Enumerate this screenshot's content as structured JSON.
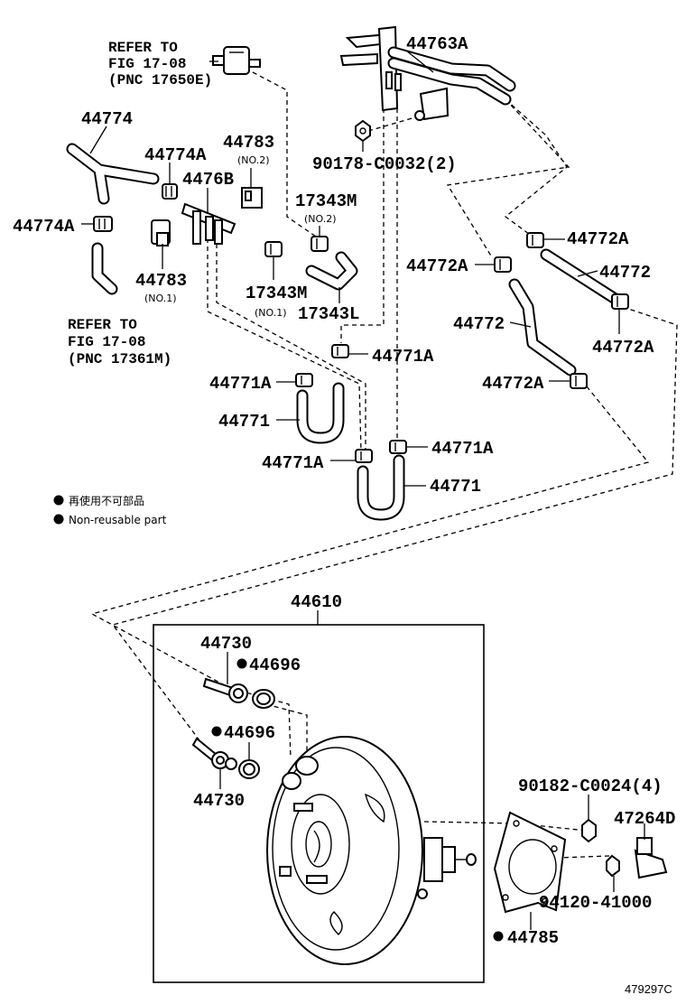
{
  "labels": {
    "refer_a_1": "REFER TO",
    "refer_a_2": "FIG 17-08",
    "refer_a_3": "(PNC 17650E)",
    "p44763A": "44763A",
    "p44774": "44774",
    "p44774A_top": "44774A",
    "p44783_top": "44783",
    "no2_44783": "(NO.2)",
    "p90178": "90178-C0032(2)",
    "p4476B": "4476B",
    "p17343M_top": "17343M",
    "no2_17343M": "(NO.2)",
    "p44774A_left": "44774A",
    "p44772A_r1": "44772A",
    "p44772A_m": "44772A",
    "p44772_r": "44772",
    "p44783_bot": "44783",
    "no1_44783": "(NO.1)",
    "p17343M_bot": "17343M",
    "no1_17343M": "(NO.1)",
    "p17343L": "17343L",
    "p44772_m": "44772",
    "p44772A_r2": "44772A",
    "refer_b_1": "REFER TO",
    "refer_b_2": "FIG 17-08",
    "refer_b_3": "(PNC 17361M)",
    "p44771A_1": "44771A",
    "p44771A_2": "44771A",
    "p44772A_m2": "44772A",
    "p44771_1": "44771",
    "p44771A_3": "44771A",
    "p44771A_4": "44771A",
    "p44771_2": "44771",
    "p44610": "44610",
    "p44730_top": "44730",
    "p44696_top": "44696",
    "p44696_bot": "44696",
    "p44730_bot": "44730",
    "p90182": "90182-C0024(4)",
    "p47264D": "47264D",
    "p94120": "94120-41000",
    "p44785": "44785",
    "figure_id": "479297C"
  },
  "legend": {
    "line_jp": "再使用不可部品",
    "line_en": "Non-reusable part",
    "marker_color": "#000000"
  }
}
